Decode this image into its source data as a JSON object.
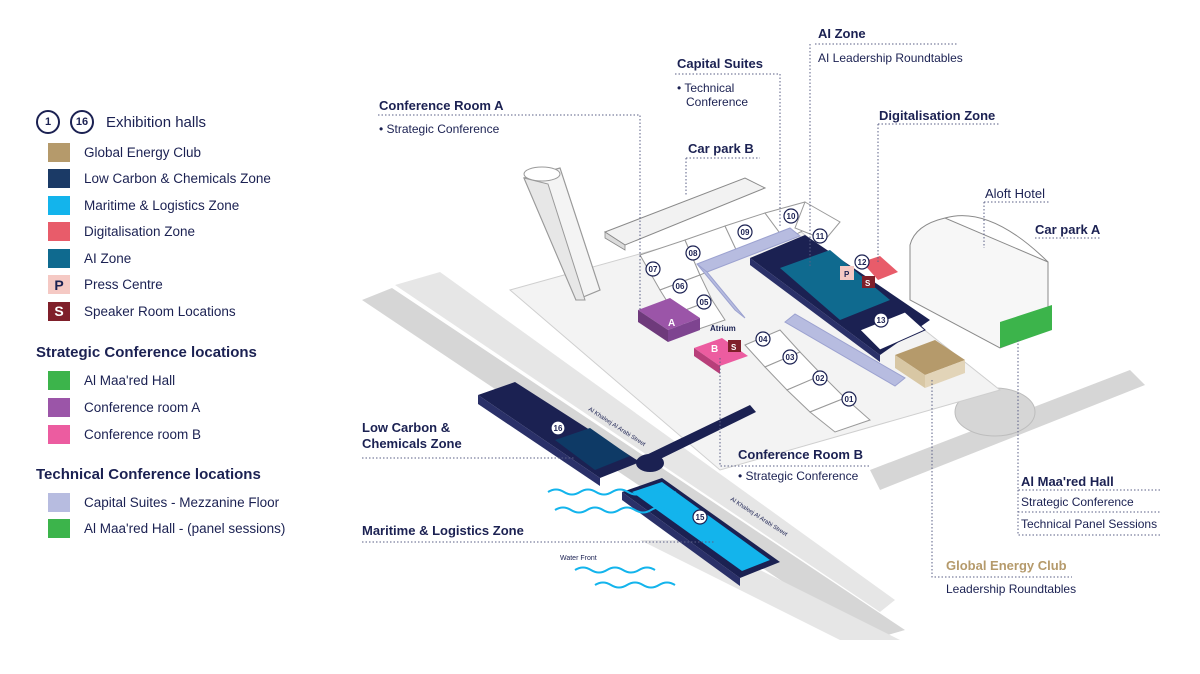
{
  "legend": {
    "halls_badge_first": "1",
    "halls_badge_last": "16",
    "halls_label": "Exhibition halls",
    "zones": [
      {
        "label": "Global Energy Club",
        "color": "#b59a6b"
      },
      {
        "label": "Low Carbon & Chemicals Zone",
        "color": "#1b3a66"
      },
      {
        "label": "Maritime & Logistics  Zone",
        "color": "#13b4ec"
      },
      {
        "label": "Digitalisation Zone",
        "color": "#e85c6a"
      },
      {
        "label": "AI Zone",
        "color": "#0f6a8f"
      },
      {
        "label": "Press Centre",
        "color": "#f5c9c4",
        "letter": "P"
      },
      {
        "label": "Speaker Room Locations",
        "color": "#7f1f2a",
        "letter": "S"
      }
    ],
    "strategic_heading": "Strategic Conference locations",
    "strategic": [
      {
        "label": "Al Maa'red Hall",
        "color": "#3cb44b"
      },
      {
        "label": "Conference room A",
        "color": "#9b55a8"
      },
      {
        "label": "Conference room B",
        "color": "#ec5ca0"
      }
    ],
    "technical_heading": "Technical Conference locations",
    "technical": [
      {
        "label": "Capital Suites - Mezzanine Floor",
        "color": "#b7bce0"
      },
      {
        "label": "Al Maa'red Hall - (panel sessions)",
        "color": "#3cb44b"
      }
    ]
  },
  "callouts": {
    "conf_a": {
      "title": "Conference Room A",
      "text": "• Strategic Conference"
    },
    "capital": {
      "title": "Capital Suites",
      "text1": "• Technical",
      "text2": "Conference"
    },
    "ai_zone": {
      "title": "AI Zone",
      "text": "AI Leadership Roundtables"
    },
    "digital": {
      "title": "Digitalisation Zone"
    },
    "car_b": {
      "title": "Car park B"
    },
    "aloft": {
      "text": "Aloft Hotel"
    },
    "car_a": {
      "title": "Car park A"
    },
    "low_carbon": {
      "title1": "Low Carbon &",
      "title2": "Chemicals Zone"
    },
    "conf_b": {
      "title": "Conference Room B",
      "text": "• Strategic Conference"
    },
    "maritime": {
      "title": "Maritime & Logistics Zone"
    },
    "maared": {
      "title": "Al Maa'red Hall",
      "text1": "Strategic Conference",
      "text2": "Technical Panel Sessions"
    },
    "gec": {
      "title": "Global Energy Club",
      "text": "Leadership  Roundtables"
    }
  },
  "map": {
    "atrium": "Atrium",
    "water_front": "Water Front",
    "street_1": "Al Khaleej Al Arabi Street",
    "street_2": "Al Khaleej Al Arabi Street",
    "room_a_letter": "A",
    "room_b_letter": "B",
    "press_letter": "P",
    "speaker_letter": "S",
    "halls": [
      "01",
      "02",
      "03",
      "04",
      "05",
      "06",
      "07",
      "08",
      "09",
      "10",
      "11",
      "12",
      "13",
      "15",
      "16"
    ]
  }
}
